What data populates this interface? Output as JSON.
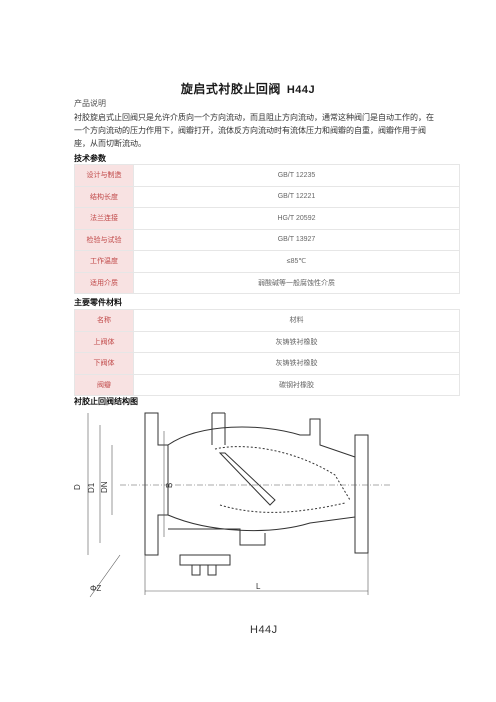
{
  "document": {
    "title": "旋启式衬胶止回阀",
    "model": "H44J",
    "intro_heading": "产品说明",
    "intro_body": "衬胶旋启式止回阀只是允许介质向一个方向流动，而且阻止方向流动，通常这种阀门是自动工作的，在一个方向流动的压力作用下，阀瓣打开，流体反方向流动时有流体压力和阀瓣的自重，阀瓣作用于阀座，从而切断流动。",
    "tech_title": "技术参数",
    "tech_params": [
      {
        "label": "设计与制造",
        "value": "GB/T 12235"
      },
      {
        "label": "结构长度",
        "value": "GB/T 12221"
      },
      {
        "label": "法兰连接",
        "value": "HG/T 20592"
      },
      {
        "label": "检验与试验",
        "value": "GB/T 13927"
      },
      {
        "label": "工作温度",
        "value": "≤85℃"
      },
      {
        "label": "适用介质",
        "value": "弱酸碱等一般腐蚀性介质"
      }
    ],
    "parts_title": "主要零件材料",
    "parts_header": {
      "label": "名称",
      "value": "材料"
    },
    "parts": [
      {
        "label": "上阀体",
        "value": "灰铸铁衬橡胶"
      },
      {
        "label": "下阀体",
        "value": "灰铸铁衬橡胶"
      },
      {
        "label": "阀瓣",
        "value": "碳钢衬橡胶"
      }
    ],
    "drawing_title": "衬胶止回阀结构图",
    "drawing_labels": {
      "D": "D",
      "D1": "D1",
      "DN": "DN",
      "B": "B",
      "L": "L",
      "Z": "ΦZ"
    },
    "drawing_caption": "H44J"
  }
}
